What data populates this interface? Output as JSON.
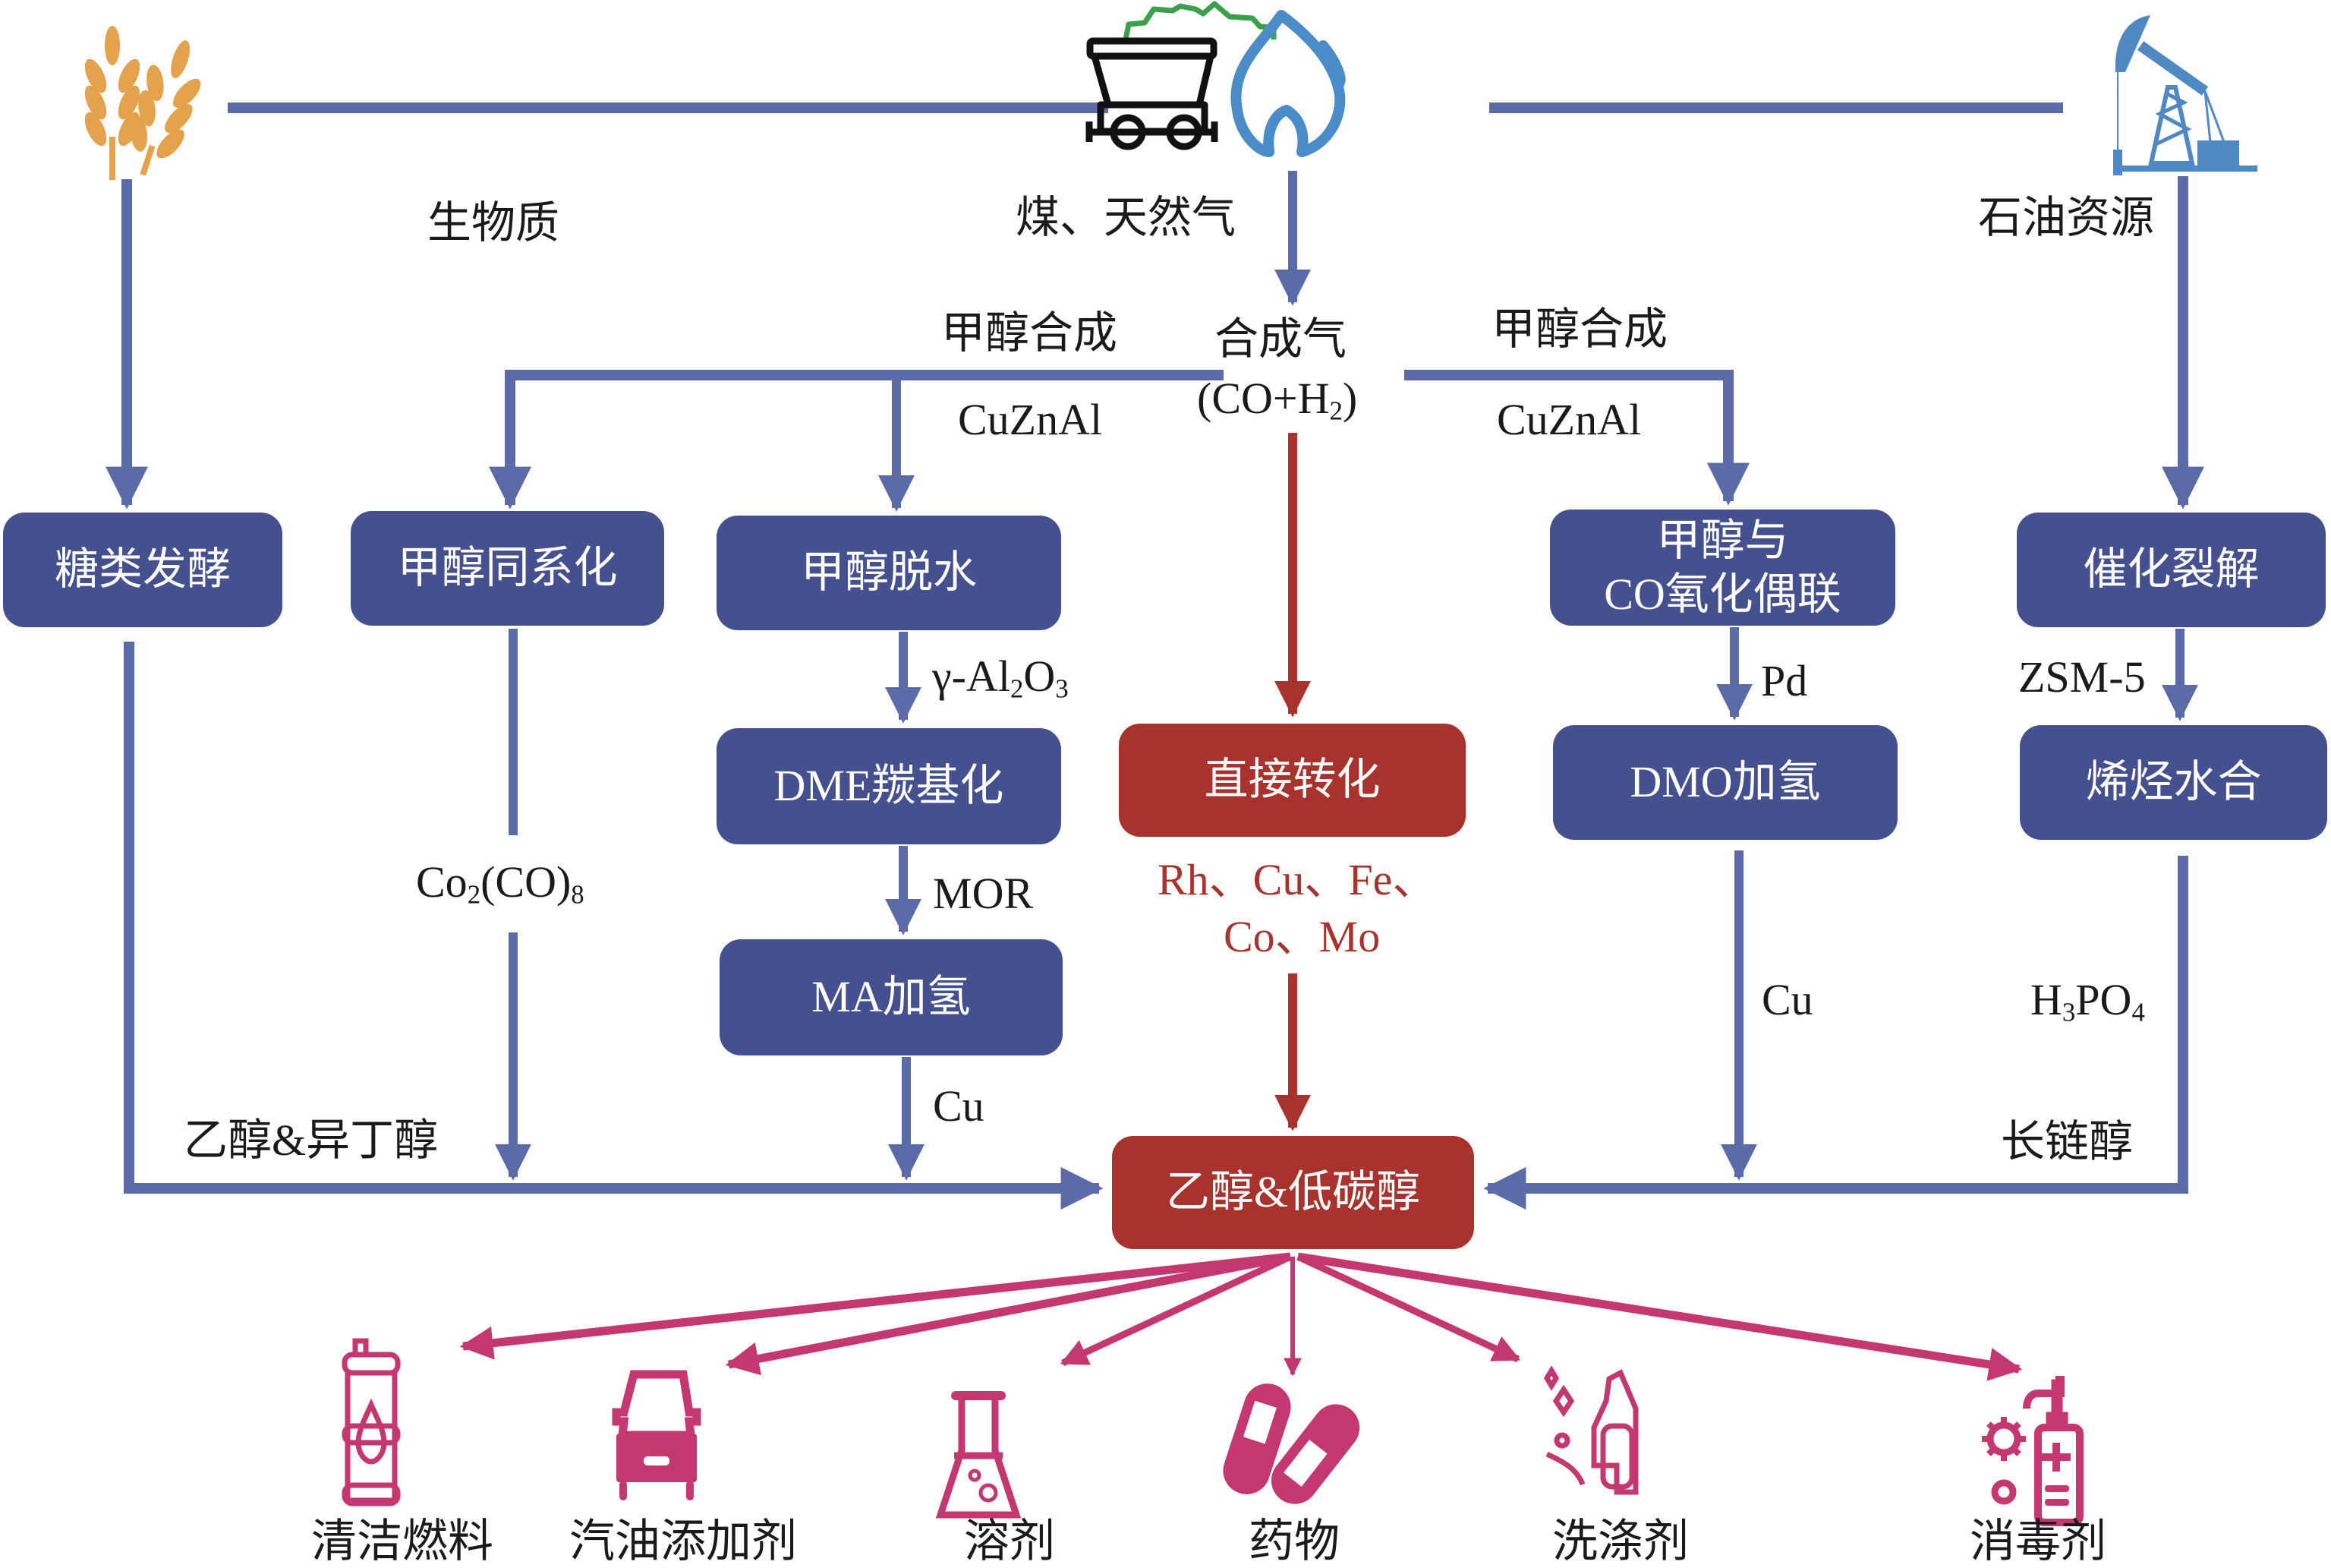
{
  "colors": {
    "flow_blue": "#5a6ba8",
    "box_blue": "#45508e",
    "direct_red": "#a8322c",
    "product_magenta": "#c4376f",
    "wheat": "#e3a24b",
    "coal_green": "#3aa14a",
    "gas_blue": "#4a8cc8",
    "oil_blue": "#4f88c2"
  },
  "sources": {
    "biomass": {
      "label": "生物质",
      "icon": "wheat-icon"
    },
    "coal_gas": {
      "label": "煤、天然气",
      "icons": [
        "coal-cart-icon",
        "gas-flame-icon"
      ]
    },
    "petroleum": {
      "label": "石油资源",
      "icon": "oil-pump-icon"
    }
  },
  "syngas": {
    "line1": "合成气",
    "formula_prefix": "(CO+H",
    "formula_sub": "2",
    "formula_suffix": ")"
  },
  "branch_labels": {
    "methanol_synthesis_left": "甲醇合成",
    "cuznal_left": "CuZnAl",
    "methanol_synthesis_right": "甲醇合成",
    "cuznal_right": "CuZnAl"
  },
  "process_boxes": {
    "sugar_fermentation": "糖类发酵",
    "methanol_homologation": "甲醇同系化",
    "methanol_dehydration": "甲醇脱水",
    "dme_carbonylation": "DME羰基化",
    "ma_hydrogenation": "MA加氢",
    "direct_conversion": "直接转化",
    "methanol_co_coupling_line1": "甲醇与",
    "methanol_co_coupling_line2": "CO氧化偶联",
    "dmo_hydrogenation": "DMO加氢",
    "catalytic_cracking": "催化裂解",
    "olefin_hydration": "烯烃水合",
    "product_center": "乙醇&低碳醇"
  },
  "catalysts": {
    "homologation": {
      "prefix": "Co",
      "sub1": "2",
      "mid": "(CO)",
      "sub2": "8"
    },
    "dehydration": {
      "prefix": "γ-Al",
      "sub1": "2",
      "mid": "O",
      "sub2": "3"
    },
    "carbonylation": "MOR",
    "ma_hydro": "Cu",
    "direct_line1": "Rh、Cu、Fe、",
    "direct_line2": "Co、Mo",
    "coupling": "Pd",
    "dmo_hydro": "Cu",
    "cracking": "ZSM-5",
    "hydration": {
      "prefix": "H",
      "sub1": "3",
      "mid": "PO",
      "sub2": "4"
    }
  },
  "route_outputs": {
    "left": "乙醇&异丁醇",
    "right": "长链醇"
  },
  "products": [
    {
      "label": "清洁燃料",
      "icon": "fuel-barrel-icon"
    },
    {
      "label": "汽油添加剂",
      "icon": "car-icon"
    },
    {
      "label": "溶剂",
      "icon": "flask-icon"
    },
    {
      "label": "药物",
      "icon": "pills-icon"
    },
    {
      "label": "洗涤剂",
      "icon": "detergent-bottle-icon"
    },
    {
      "label": "消毒剂",
      "icon": "sanitizer-bottle-icon"
    }
  ]
}
